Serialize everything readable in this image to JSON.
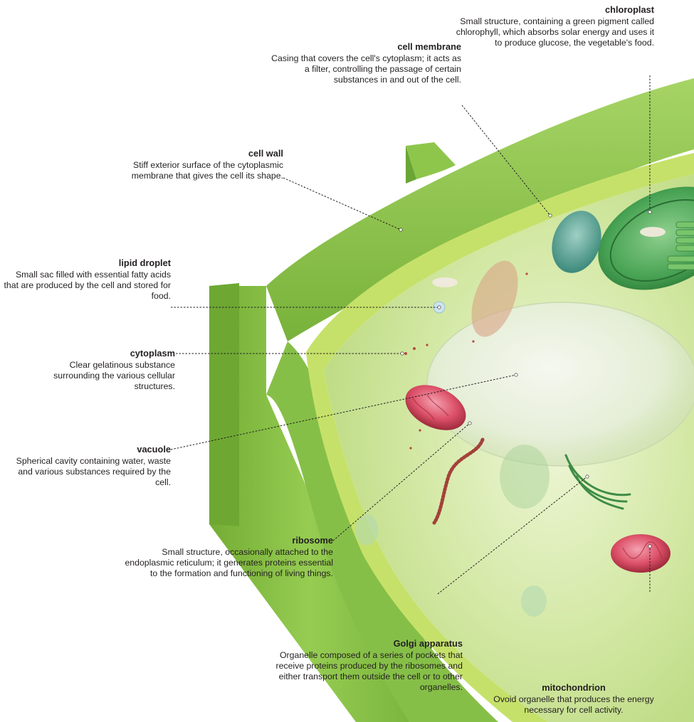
{
  "labels": {
    "chloroplast": {
      "title": "chloroplast",
      "description": "Small structure, containing a green pigment called chlorophyll, which absorbs solar energy and uses it to produce glucose, the vegetable's food."
    },
    "cell_membrane": {
      "title": "cell membrane",
      "description": "Casing that covers the cell's cytoplasm; it acts as a filter, controlling the passage of certain substances in and out of the cell."
    },
    "cell_wall": {
      "title": "cell wall",
      "description": "Stiff exterior surface of the cytoplasmic membrane that gives the cell its shape."
    },
    "lipid_droplet": {
      "title": "lipid droplet",
      "description": "Small sac filled with essential fatty acids that are produced by the cell and stored for food."
    },
    "cytoplasm": {
      "title": "cytoplasm",
      "description": "Clear gelatinous substance surrounding the various cellular structures."
    },
    "vacuole": {
      "title": "vacuole",
      "description": "Spherical cavity containing water, waste and various substances required by the cell."
    },
    "ribosome": {
      "title": "ribosome",
      "description": "Small structure, occasionally attached to the endoplasmic reticulum; it generates proteins essential to the formation and functioning of living things."
    },
    "golgi_apparatus": {
      "title": "Golgi apparatus",
      "description": "Organelle composed of a series of pockets that receive proteins produced by the ribosomes and either transport them outside the cell or to other organelles."
    },
    "mitochondrion": {
      "title": "mitochondrion",
      "description": "Ovoid organelle that produces the energy necessary for cell activity."
    }
  },
  "colors": {
    "background": "#ffffff",
    "text": "#231f20",
    "cell_wall": "#8cc63f",
    "cell_wall_dark": "#5e9a2c",
    "cytoplasm": "#d4e9a6",
    "mitochondrion": "#d9465f",
    "chloroplast": "#3f9a4c"
  }
}
